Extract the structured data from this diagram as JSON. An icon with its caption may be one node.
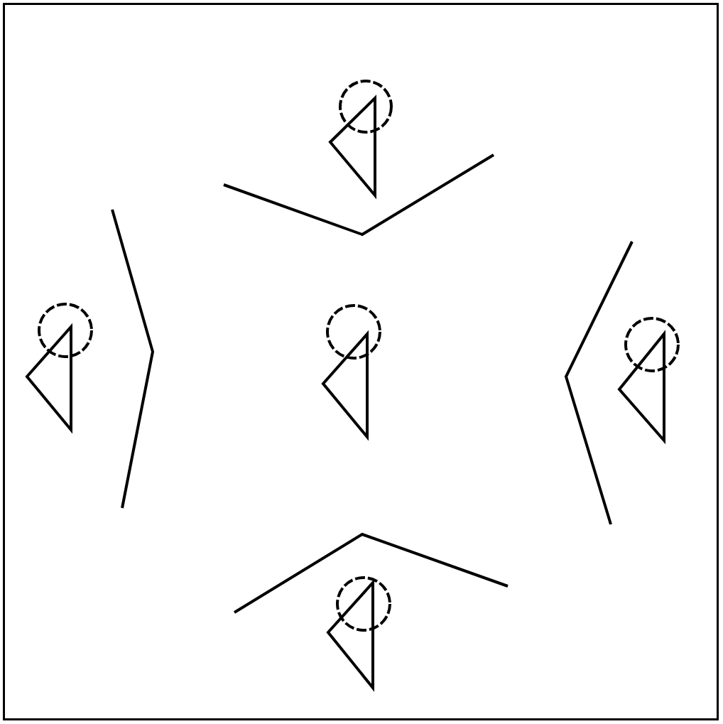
{
  "diagram": {
    "nodes": [
      {
        "text": [],
        "shape": "picture"
      },
      {
        "text": [],
        "shape": "picture"
      },
      {
        "text": [],
        "shape": "picture"
      },
      {
        "text": [],
        "shape": "picture"
      },
      {
        "text": [],
        "shape": "picture"
      }
    ]
  }
}
